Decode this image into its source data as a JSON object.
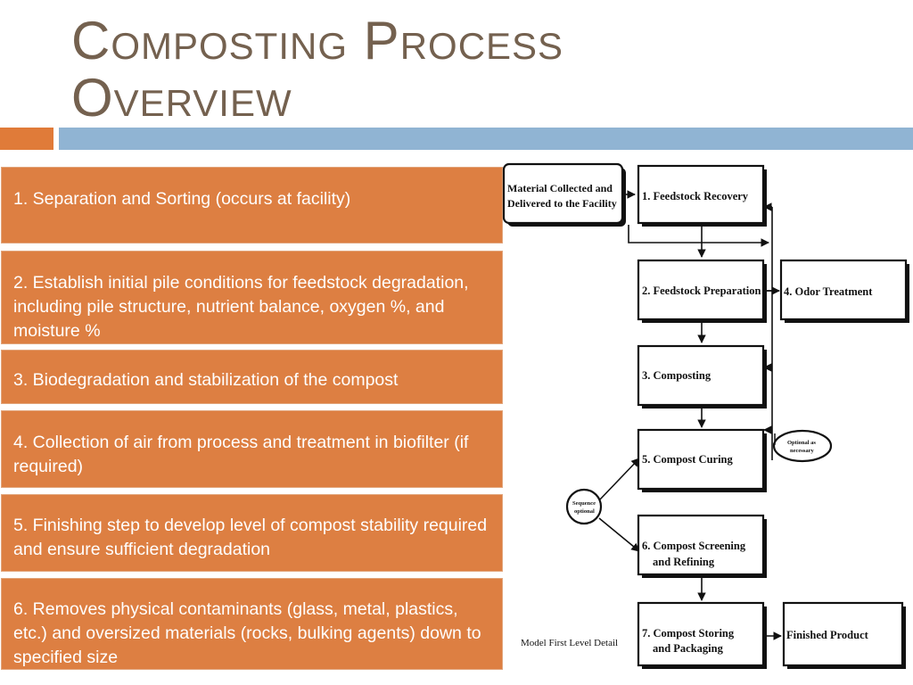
{
  "slide": {
    "title_line1": "Composting Process",
    "title_line2": "Overview"
  },
  "steps": [
    "1. Separation and Sorting (occurs at facility)",
    "2. Establish initial pile conditions for feedstock degradation, including pile structure, nutrient balance, oxygen %, and moisture %",
    "3. Biodegradation and stabilization of the compost",
    "4. Collection of air from process and treatment in biofilter (if required)",
    "5. Finishing step to develop level of compost stability required and ensure sufficient degradation",
    "6. Removes physical contaminants (glass, metal, plastics, etc.) and oversized materials (rocks, bulking agents) down to specified size"
  ],
  "flowchart": {
    "material_line1": "Material Collected and",
    "material_line2": "Delivered to the Facility",
    "box1": "1. Feedstock Recovery",
    "box2": "2. Feedstock Preparation",
    "box3": "3. Composting",
    "box4": "4. Odor Treatment",
    "box5": "5. Compost Curing",
    "box6_line1": "6. Compost Screening",
    "box6_line2": "and Refining",
    "box7_line1": "7. Compost Storing",
    "box7_line2": "and Packaging",
    "finished": "Finished Product",
    "optional_line1": "Optional as",
    "optional_line2": "necessary",
    "sequence_line1": "Sequence",
    "sequence_line2": "optional",
    "caption": "Model First Level Detail"
  },
  "colors": {
    "title": "#74614f",
    "step_fill": "#dd7f42",
    "accent_orange": "#e07b39",
    "accent_blue": "#90b4d3"
  }
}
